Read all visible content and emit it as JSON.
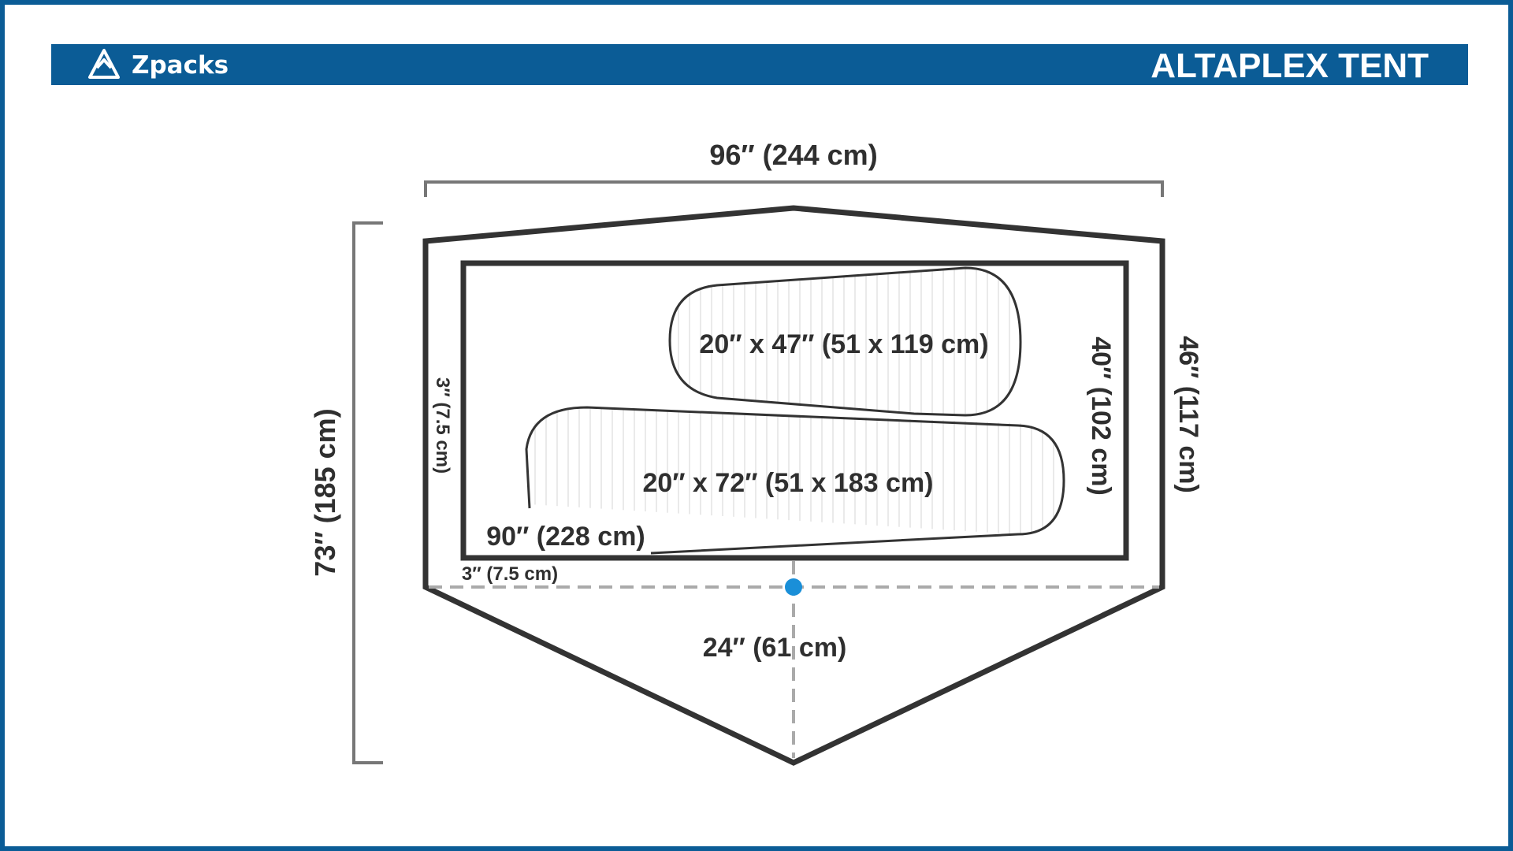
{
  "header": {
    "brand_name": "Zpacks",
    "product_title": "ALTAPLEX TENT",
    "logo_icon": "mountain-logo-icon"
  },
  "colors": {
    "frame_border": "#0b5c96",
    "header_bar": "#0b5c96",
    "outline": "#333333",
    "dimension_line": "#777777",
    "dashed_line": "#aaaaaa",
    "center_point": "#1a8fd8",
    "pad_stripe": "#e2e2e2"
  },
  "dimensions": {
    "total_width": "96″ (244 cm)",
    "total_length": "73″ (185 cm)",
    "end_height_outer": "46″ (117 cm)",
    "end_height_inner": "40″ (102 cm)",
    "floor_length": "90″ (228 cm)",
    "side_gap": "3″ (7.5 cm)",
    "bottom_gap": "3″ (7.5 cm)",
    "vestibule_depth": "24″ (61 cm)"
  },
  "pads": {
    "short_pad": "20″ x 47″ (51 x 119 cm)",
    "long_pad": "20″ x 72″ (51 x 183 cm)"
  }
}
